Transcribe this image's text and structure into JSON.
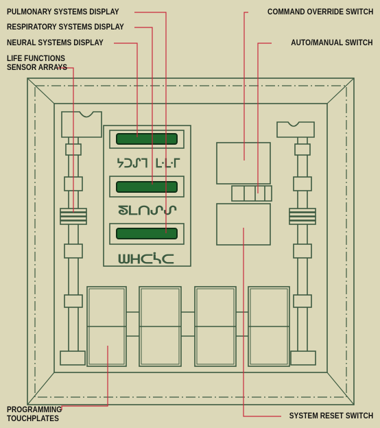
{
  "labels": {
    "pulmonary": "PULMONARY SYSTEMS DISPLAY",
    "respiratory": "RESPIRATORY SYSTEMS DISPLAY",
    "neural": "NEURAL SYSTEMS DISPLAY",
    "life_functions_1": "LIFE FUNCTIONS",
    "life_functions_2": "SENSOR ARRAYS",
    "command_override": "COMMAND OVERRIDE SWITCH",
    "auto_manual": "AUTO/MANUAL SWITCH",
    "programming_1": "PROGRAMMING",
    "programming_2": "TOUCHPLATES",
    "system_reset": "SYSTEM RESET SWITCH"
  },
  "glyph_rows": [
    "ᔭᑐᔑᒣ ᒷᒷᒥ",
    "ᘕᒪᑎᔑᔑ",
    "ᗯᕼᑕᓵᑕ"
  ],
  "colors": {
    "background": "#dcd8b8",
    "line": "#3c5a40",
    "leader": "#c8283c",
    "display_screen": "#1f6a2e"
  }
}
